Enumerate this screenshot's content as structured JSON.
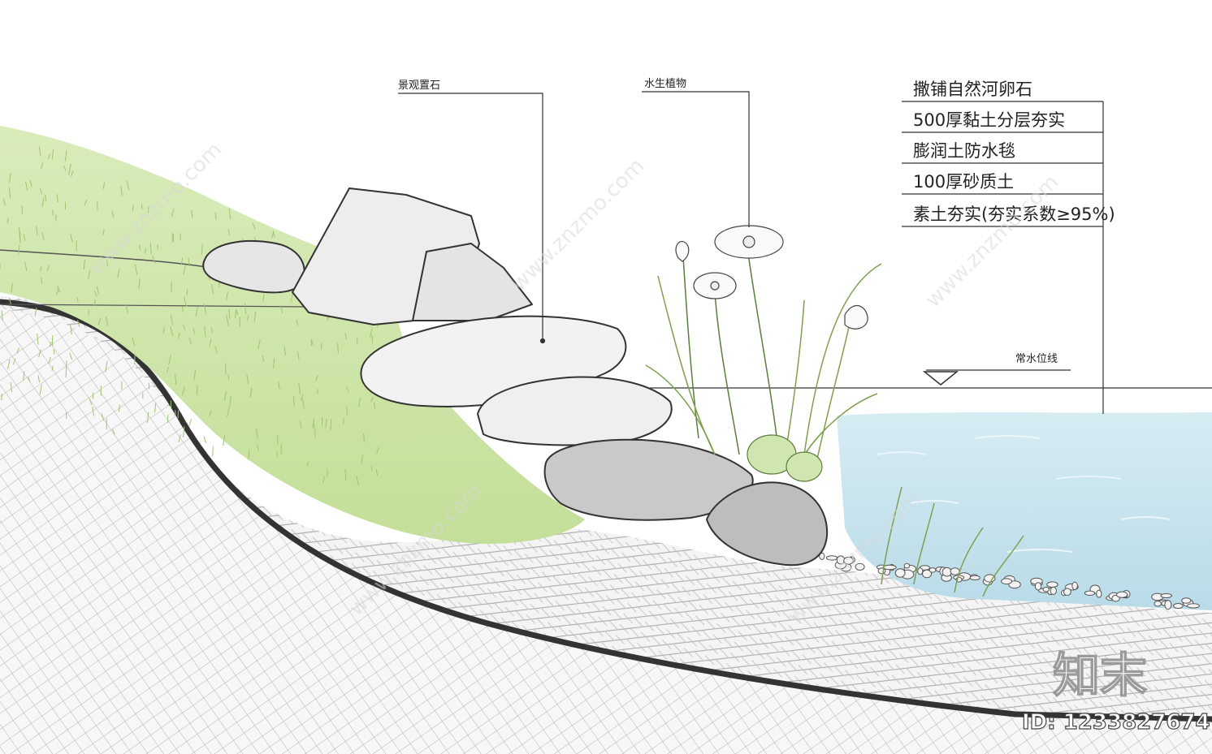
{
  "callouts": {
    "rock": "景观置石",
    "plant": "水生植物",
    "water_level": "常水位线"
  },
  "layers": [
    "撒铺自然河卵石",
    "500厚黏土分层夯实",
    "膨润土防水毯",
    "100厚砂质土",
    "素土夯实(夯实系数≥95%)"
  ],
  "watermark": {
    "text": "www.znzmo.com",
    "brand": "知末",
    "id": "ID: 1233827674"
  },
  "colors": {
    "grass": "#cfe6a8",
    "water": "#cfe7f0",
    "soil_hatch": "#9a9a9a",
    "liner": "#333333",
    "rock": "#eeeeee"
  }
}
